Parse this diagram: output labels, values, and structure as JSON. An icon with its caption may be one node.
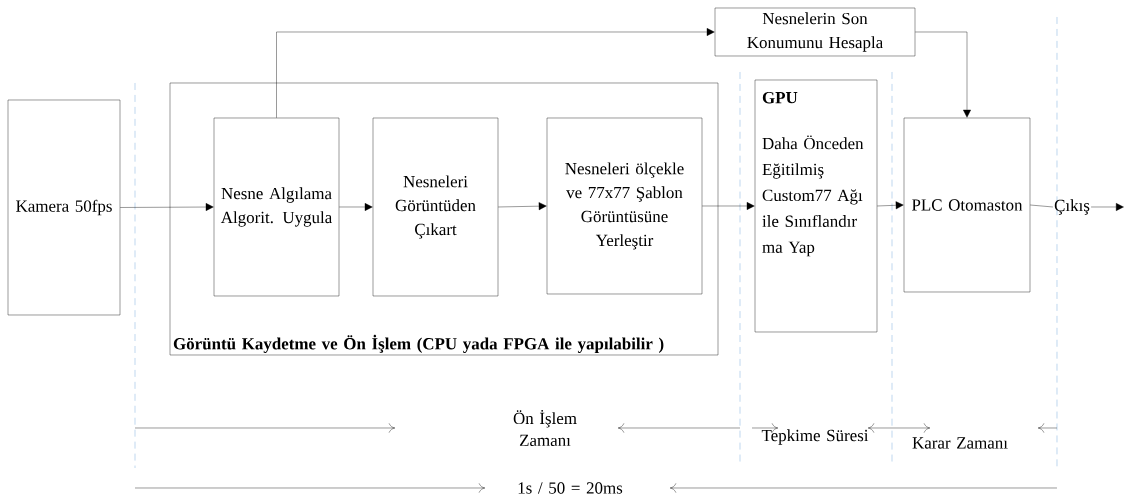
{
  "diagram": {
    "nodes": [
      {
        "text": [
          "Kamera 50fps"
        ]
      },
      {
        "text": [
          "Görüntü Kaydetme ve Ön İşlem (CPU yada FPGA ile yapılabilir )"
        ]
      },
      {
        "text": [
          "Nesne Algılama Algorit. Uygula"
        ],
        "in": 1
      },
      {
        "text": [
          "Nesneleri Görüntüden Çıkart"
        ],
        "in": 1
      },
      {
        "text": [
          "Nesneleri ölçekle ve 77x77 Şablon Görüntüsüne Yerleştir"
        ],
        "in": 1
      },
      {
        "text": [
          "Nesnelerin Son Konumunu Hesapla"
        ]
      },
      {
        "text": [
          "GPU",
          "Daha Önceden Eğitilmiş Custom77 Ağı ile Sınıflandır ma Yap"
        ]
      },
      {
        "text": [
          "PLC Otomaston"
        ]
      },
      {
        "text": [
          "Çıkış"
        ]
      }
    ],
    "edges": [
      {
        "from": 0,
        "to": 2,
        "arrow": "to"
      },
      {
        "from": 2,
        "to": 3,
        "arrow": "to"
      },
      {
        "from": 3,
        "to": 4,
        "arrow": "to"
      },
      {
        "from": 4,
        "to": 6,
        "arrow": "to"
      },
      {
        "from": 6,
        "to": 7,
        "arrow": "to"
      },
      {
        "from": 2,
        "to": 5,
        "arrow": "to"
      },
      {
        "from": 5,
        "to": 7,
        "arrow": "to"
      },
      {
        "from": 7,
        "to": 8,
        "arrow": "none"
      },
      {
        "from": 8,
        "to": null,
        "arrow": "to"
      }
    ],
    "labels": [
      "Ön İşlem Zamanı",
      "Tepkime Süresi",
      "Karar Zamanı",
      "1s / 50 = 20ms"
    ]
  }
}
